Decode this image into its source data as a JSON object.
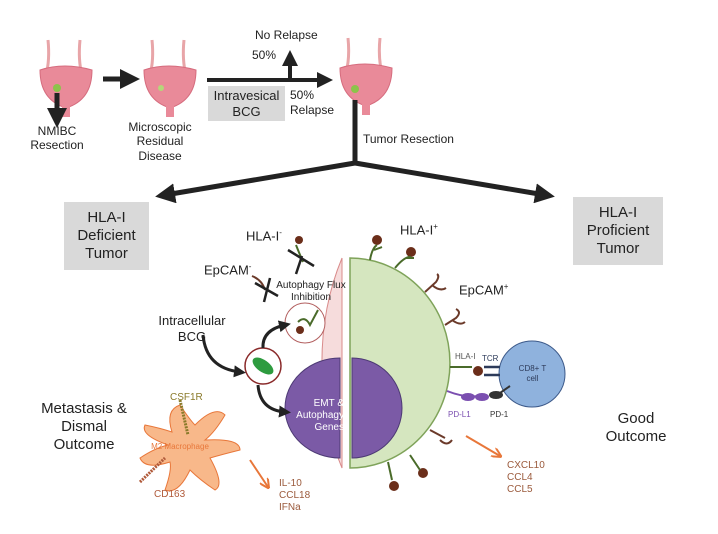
{
  "top_flow": {
    "step1_label": "NMIBC Resection",
    "step2_label": "Microscopic Residual Disease",
    "treatment_label": "Intravesical BCG",
    "no_relapse_label": "No Relapse",
    "no_relapse_pct": "50%",
    "relapse_pct": "50%",
    "relapse_label": "Relapse",
    "step3_label": "Tumor Resection"
  },
  "left_branch": {
    "title": "HLA-I Deficient Tumor",
    "hla_label": "HLA-I",
    "hla_sup": "-",
    "epcam_label": "EpCAM",
    "epcam_sup": "-",
    "autophagy_label": "Autophagy Flux Inhibition",
    "bcg_label": "Intracellular BCG",
    "nucleus_label": "EMT & Autophagy Genes",
    "outcome": "Metastasis & Dismal Outcome",
    "macrophage": {
      "label": "M2 Macrophage",
      "receptor1": "CSF1R",
      "receptor2": "CD163",
      "cytokines": [
        "IL-10",
        "CCL18",
        "IFNa"
      ]
    }
  },
  "right_branch": {
    "title": "HLA-I Proficient Tumor",
    "hla_label": "HLA-I",
    "hla_sup": "+",
    "epcam_label": "EpCAM",
    "epcam_sup": "+",
    "synapse": {
      "hla": "HLA-I",
      "tcr": "TCR",
      "pdl1": "PD-L1",
      "pd1": "PD-1",
      "tcell_label": "CD8+ T cell"
    },
    "cytokines": [
      "CXCL10",
      "CCL4",
      "CCL5"
    ],
    "outcome": "Good Outcome"
  },
  "colors": {
    "deficient_cell": "#f6dcdc",
    "proficient_cell": "#d5e6bf",
    "nucleus": "#7b5aa6",
    "tcell": "#8fb2dd",
    "macrophage": "#f8b88a",
    "label_box": "#d9d9d9",
    "bladder": "#e98a99",
    "cytokine_text": "#9b5a3c"
  }
}
